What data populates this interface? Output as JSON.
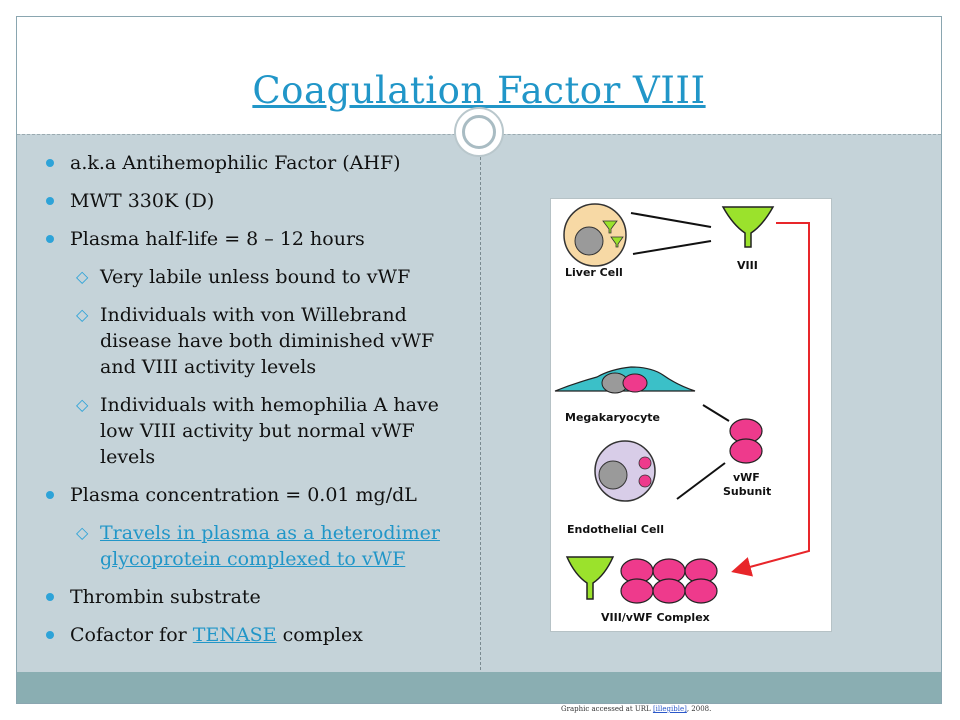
{
  "slide": {
    "title": "Coagulation Factor VIII",
    "bullets": [
      {
        "level": 1,
        "text": "a.k.a Antihemophilic Factor (AHF)"
      },
      {
        "level": 1,
        "text": "MWT 330K (D)"
      },
      {
        "level": 1,
        "text": "Plasma half-life = 8 – 12 hours"
      },
      {
        "level": 2,
        "text": "Very labile unless bound to vWF"
      },
      {
        "level": 2,
        "text": "Individuals with von Willebrand disease have  both diminished vWF and VIII activity levels"
      },
      {
        "level": 2,
        "text": "Individuals with hemophilia  A have low VIII activity but normal vWF levels"
      },
      {
        "level": 1,
        "text": "Plasma concentration = 0.01 mg/dL"
      },
      {
        "level": 2,
        "text": "Travels in plasma as a heterodimer glycoprotein complexed to vWF",
        "link": true
      },
      {
        "level": 1,
        "text": "Thrombin substrate"
      }
    ],
    "last_bullet": {
      "prefix": "Cofactor for ",
      "link": "TENASE",
      "suffix": " complex"
    }
  },
  "figure": {
    "labels": {
      "liver_cell": "Liver Cell",
      "viii": "VIII",
      "megakaryocyte": "Megakaryocyte",
      "vwf": "vWF",
      "subunit": "Subunit",
      "endothelial_cell": "Endothelial Cell",
      "complex": "VIII/vWF Complex"
    }
  },
  "footer": {
    "credit_prefix": "Graphic accessed at URL ",
    "credit_url": "[illegible]",
    "credit_suffix": ", 2008."
  },
  "colors": {
    "accent": "#2196c8",
    "bullet": "#2ea3d8",
    "body_bg": "#c5d3d9",
    "footer_bg": "#8aaeb2",
    "arrow": "#e8262a",
    "vwf_pink": "#ee3a8c",
    "viii_green": "#9be22c"
  }
}
